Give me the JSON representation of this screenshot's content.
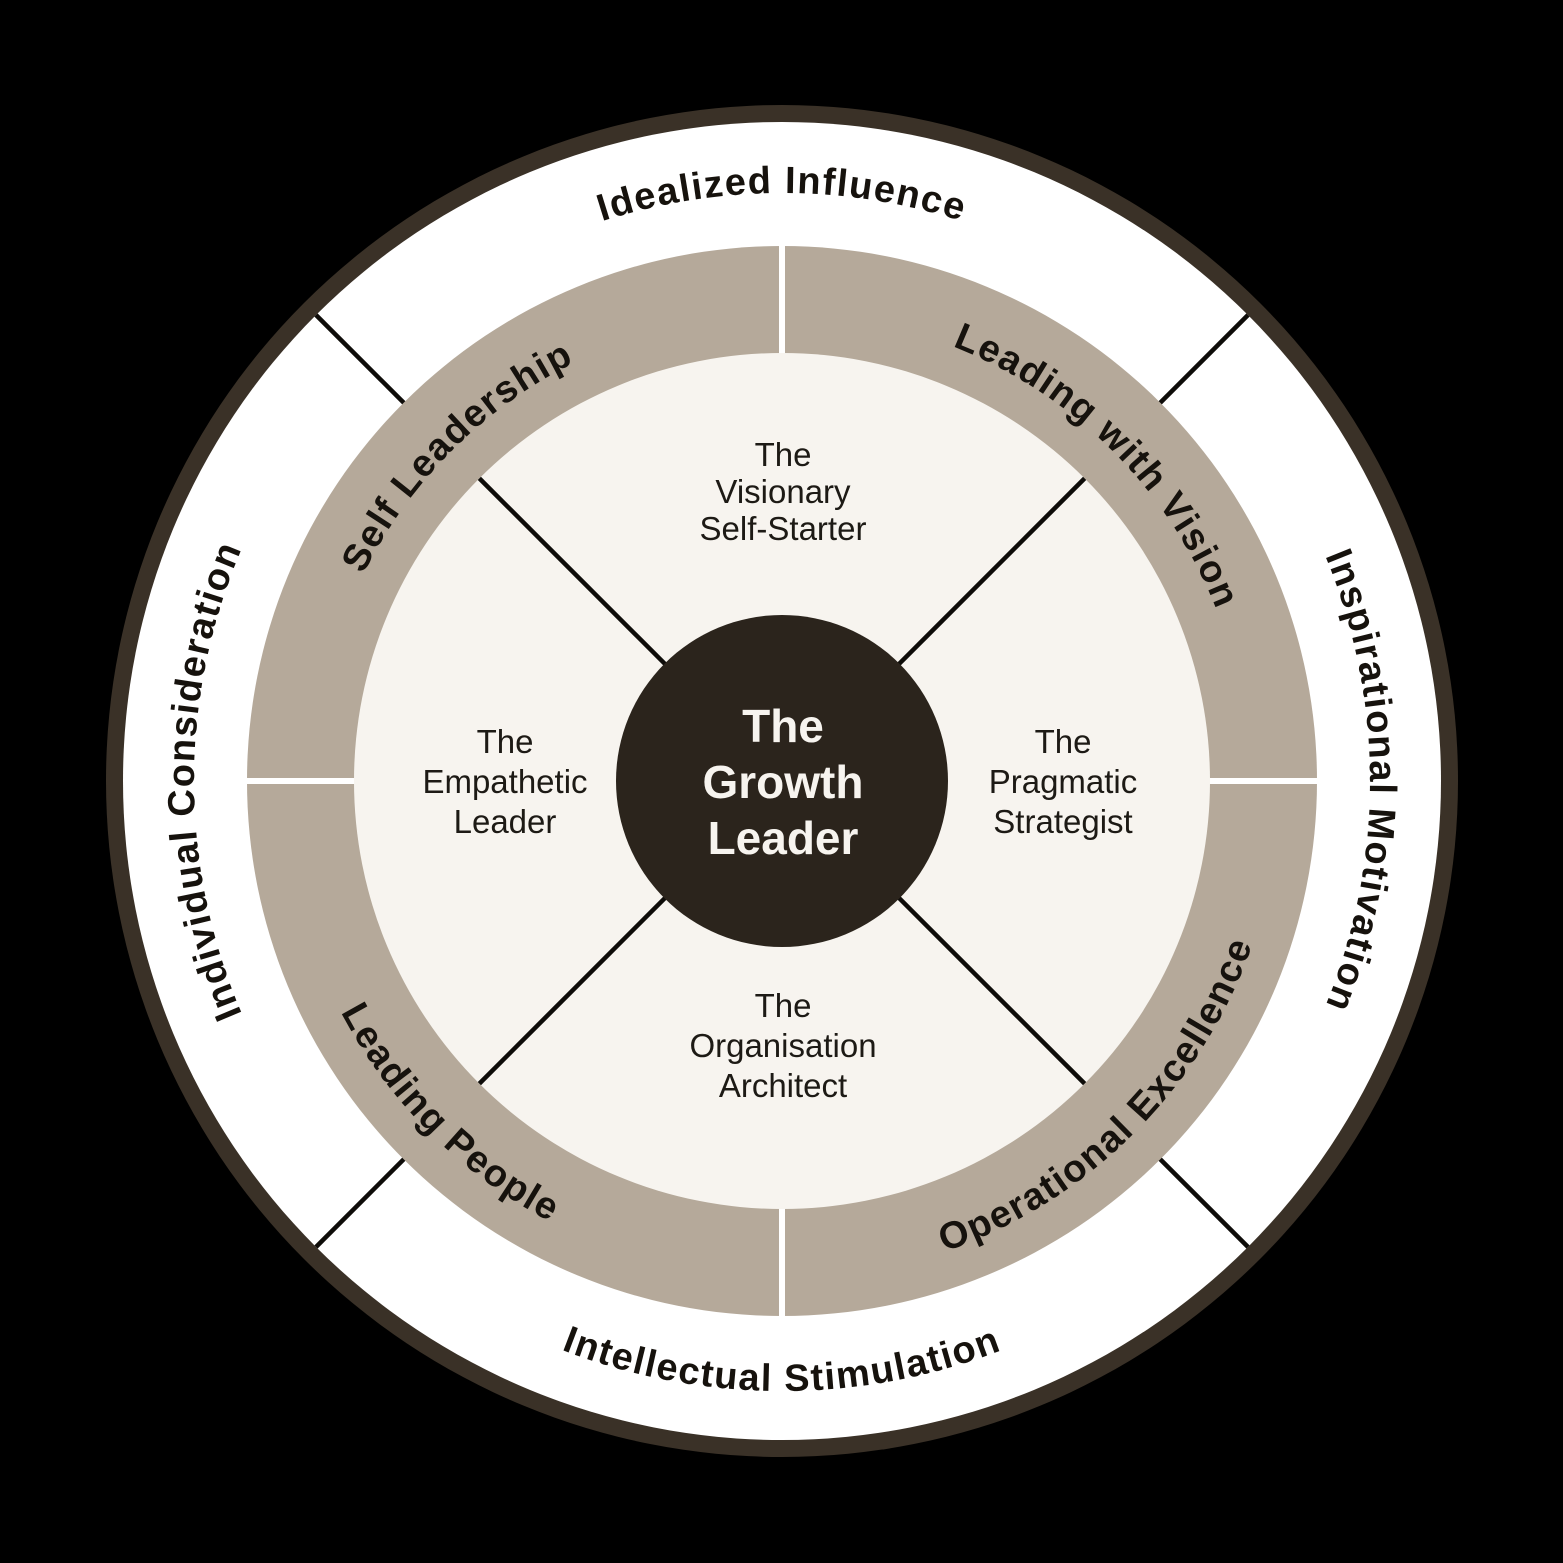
{
  "diagram_title": "The Growth Leader wheel",
  "colors": {
    "background": "#000000",
    "outer_border": "#3a3127",
    "outer_ring_fill": "#ffffff",
    "middle_ring_fill": "#b5a99a",
    "inner_disc_fill": "#f7f4ef",
    "center_circle_fill": "#2b241c",
    "ring_label_text": "#16120d",
    "quadrant_label_text": "#1d1a15",
    "center_text": "#f7f4ef",
    "divider_black": "#0e0c09",
    "divider_white": "#ffffff"
  },
  "outer_ring": {
    "segments": [
      {
        "position": "top",
        "label": "Idealized Influence"
      },
      {
        "position": "right",
        "label": "Inspirational Motivation"
      },
      {
        "position": "bottom",
        "label": "Intellectual Stimulation"
      },
      {
        "position": "left",
        "label": "Individual Consideration"
      }
    ]
  },
  "middle_ring": {
    "segments": [
      {
        "position": "top-left",
        "label": "Self Leadership"
      },
      {
        "position": "top-right",
        "label": "Leading with Vision"
      },
      {
        "position": "bottom-right",
        "label": "Operational Excellence"
      },
      {
        "position": "bottom-left",
        "label": "Leading People"
      }
    ]
  },
  "quadrants": [
    {
      "position": "top",
      "lines": [
        "The",
        "Visionary",
        "Self-Starter"
      ]
    },
    {
      "position": "right",
      "lines": [
        "The",
        "Pragmatic",
        "Strategist"
      ]
    },
    {
      "position": "bottom",
      "lines": [
        "The",
        "Organisation",
        "Architect"
      ]
    },
    {
      "position": "left",
      "lines": [
        "The",
        "Empathetic",
        "Leader"
      ]
    }
  ],
  "center": {
    "lines": [
      "The",
      "Growth",
      "Leader"
    ]
  }
}
